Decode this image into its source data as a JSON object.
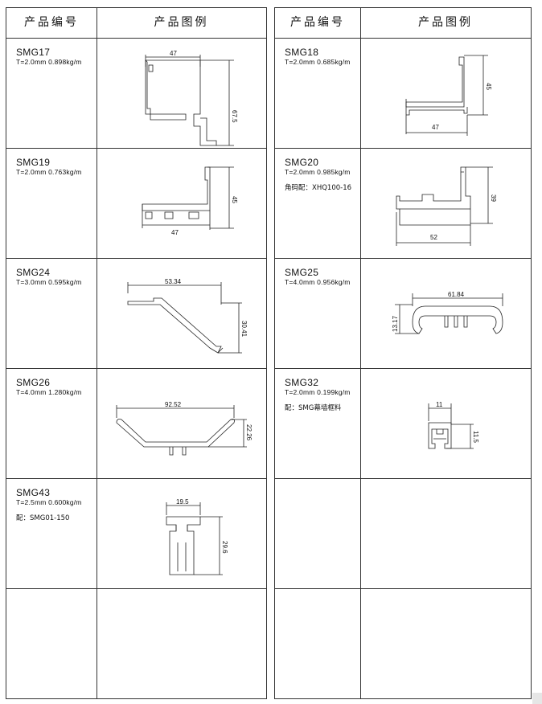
{
  "header": {
    "col_code": "产品编号",
    "col_figure": "产品图例"
  },
  "left": [
    {
      "code": "SMG17",
      "spec": "T=2.0mm  0.898kg/m",
      "note": "",
      "dims": [
        "47",
        "67.5"
      ]
    },
    {
      "code": "SMG19",
      "spec": "T=2.0mm  0.763kg/m",
      "note": "",
      "dims": [
        "45",
        "47"
      ]
    },
    {
      "code": "SMG24",
      "spec": "T=3.0mm  0.595kg/m",
      "note": "",
      "dims": [
        "53.34",
        "30.41"
      ]
    },
    {
      "code": "SMG26",
      "spec": "T=4.0mm  1.280kg/m",
      "note": "",
      "dims": [
        "92.52",
        "22.26"
      ]
    },
    {
      "code": "SMG43",
      "spec": "T=2.5mm  0.600kg/m",
      "note": "配：SMG01-150",
      "dims": [
        "19.5",
        "29.6"
      ]
    },
    {
      "code": "",
      "spec": "",
      "note": "",
      "dims": []
    }
  ],
  "right": [
    {
      "code": "SMG18",
      "spec": "T=2.0mm  0.685kg/m",
      "note": "",
      "dims": [
        "45",
        "47"
      ]
    },
    {
      "code": "SMG20",
      "spec": "T=2.0mm  0.985kg/m",
      "note": "角码配：XHQ100-16",
      "dims": [
        "39",
        "52"
      ]
    },
    {
      "code": "SMG25",
      "spec": "T=4.0mm  0.956kg/m",
      "note": "",
      "dims": [
        "61.84",
        "13.17"
      ]
    },
    {
      "code": "SMG32",
      "spec": "T=2.0mm  0.199kg/m",
      "note": "配：SMG幕墙框料",
      "dims": [
        "11",
        "11.5"
      ]
    },
    {
      "code": "",
      "spec": "",
      "note": "",
      "dims": []
    },
    {
      "code": "",
      "spec": "",
      "note": "",
      "dims": []
    }
  ]
}
